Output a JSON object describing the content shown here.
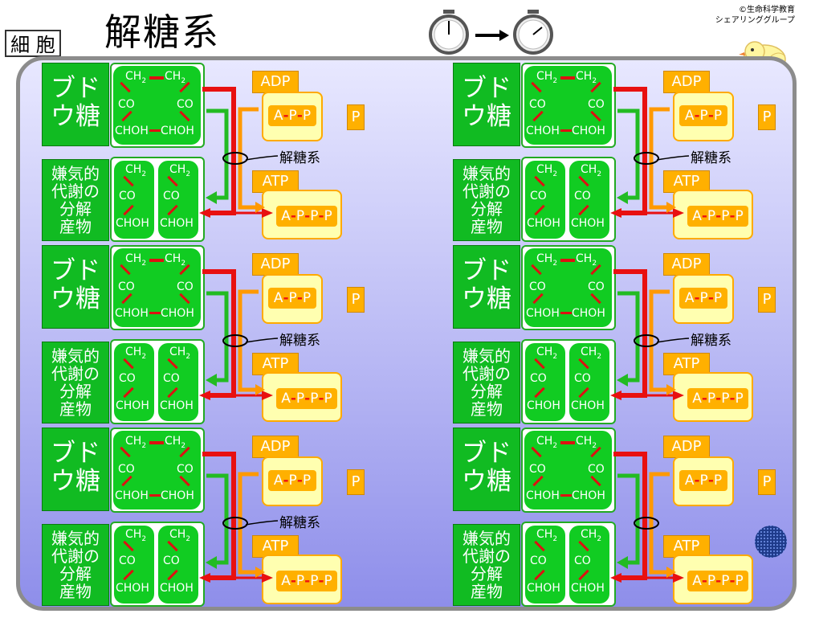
{
  "title": "解糖系",
  "cell_label": "細 胞",
  "credit": [
    "©生命科学教育",
    "シェアリンググループ"
  ],
  "labels": {
    "glucose": [
      "ブド",
      "ウ糖"
    ],
    "product": [
      "嫌気的",
      "代謝の",
      "分解",
      "産物"
    ],
    "ch2": "CH",
    "sub2": "2",
    "co": "CO",
    "choh": "CHOH",
    "adp": "ADP",
    "atp": "ATP",
    "ap2": [
      "A",
      "P",
      "P"
    ],
    "ap3": [
      "A",
      "P",
      "P",
      "P"
    ],
    "p": "P",
    "glycolysis": "解糖系"
  },
  "panels": [
    {
      "glycolysis_label": true
    },
    {
      "glycolysis_label": true
    },
    {
      "glycolysis_label": true
    },
    {
      "glycolysis_label": true
    },
    {
      "glycolysis_label": true
    },
    {
      "glycolysis_label": false
    }
  ],
  "colors": {
    "green": "#11cc22",
    "red": "#dd1111",
    "orange": "#ffb000",
    "yellow": "#ffffb0"
  }
}
